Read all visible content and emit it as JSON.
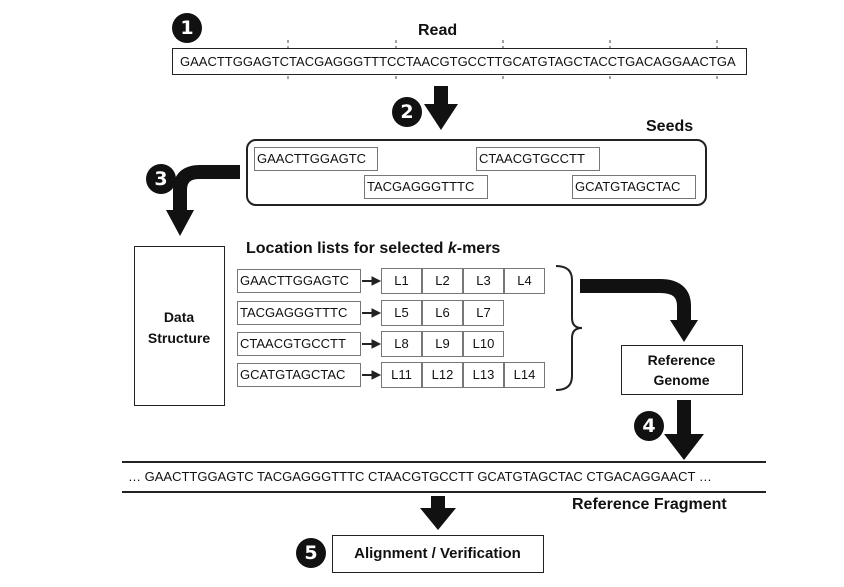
{
  "read": {
    "step": "1",
    "label": "Read",
    "sequence": "GAACTTGGAGTCTACGAGGGTTTCCTAACGTGCCTTGCATGTAGCTACCTGACAGGAACTGA"
  },
  "seeds": {
    "step": "2",
    "label": "Seeds",
    "items": [
      "GAACTTGGAGTC",
      "CTAACGTGCCTT",
      "TACGAGGGTTTC",
      "GCATGTAGCTAC"
    ]
  },
  "data_structure": {
    "step": "3",
    "label_line1": "Data",
    "label_line2": "Structure"
  },
  "location_lists": {
    "title_prefix": "Location lists for selected ",
    "title_k": "k",
    "title_suffix": "-mers",
    "rows": [
      {
        "kmer": "GAACTTGGAGTC",
        "locations": [
          "L1",
          "L2",
          "L3",
          "L4"
        ]
      },
      {
        "kmer": "TACGAGGGTTTC",
        "locations": [
          "L5",
          "L6",
          "L7"
        ]
      },
      {
        "kmer": "CTAACGTGCCTT",
        "locations": [
          "L8",
          "L9",
          "L10"
        ]
      },
      {
        "kmer": "GCATGTAGCTAC",
        "locations": [
          "L11",
          "L12",
          "L13",
          "L14"
        ]
      }
    ]
  },
  "reference_genome": {
    "label_line1": "Reference",
    "label_line2": "Genome"
  },
  "reference_fragment": {
    "step": "4",
    "sequence": "… GAACTTGGAGTC TACGAGGGTTTC CTAACGTGCCTT GCATGTAGCTAC CTGACAGGAACT …",
    "label": "Reference Fragment"
  },
  "alignment": {
    "step": "5",
    "label": "Alignment / Verification"
  }
}
